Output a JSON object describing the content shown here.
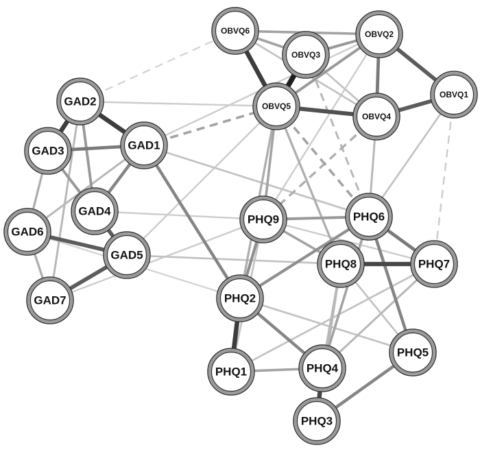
{
  "nodes": [
    {
      "id": "OBVQ6",
      "label": "OBVQ6"
    },
    {
      "id": "OBVQ3",
      "label": "OBVQ3"
    },
    {
      "id": "OBVQ2",
      "label": "OBVQ2"
    },
    {
      "id": "OBVQ5",
      "label": "OBVQ5"
    },
    {
      "id": "OBVQ4",
      "label": "OBVQ4"
    },
    {
      "id": "OBVQ1",
      "label": "OBVQ1"
    },
    {
      "id": "GAD2",
      "label": "GAD2"
    },
    {
      "id": "GAD3",
      "label": "GAD3"
    },
    {
      "id": "GAD1",
      "label": "GAD1"
    },
    {
      "id": "GAD4",
      "label": "GAD4"
    },
    {
      "id": "GAD6",
      "label": "GAD6"
    },
    {
      "id": "GAD5",
      "label": "GAD5"
    },
    {
      "id": "GAD7",
      "label": "GAD7"
    },
    {
      "id": "PHQ9",
      "label": "PHQ9"
    },
    {
      "id": "PHQ6",
      "label": "PHQ6"
    },
    {
      "id": "PHQ8",
      "label": "PHQ8"
    },
    {
      "id": "PHQ7",
      "label": "PHQ7"
    },
    {
      "id": "PHQ2",
      "label": "PHQ2"
    },
    {
      "id": "PHQ1",
      "label": "PHQ1"
    },
    {
      "id": "PHQ4",
      "label": "PHQ4"
    },
    {
      "id": "PHQ5",
      "label": "PHQ5"
    },
    {
      "id": "PHQ3",
      "label": "PHQ3"
    }
  ],
  "edges": [
    [
      "OBVQ3",
      "OBVQ5",
      1.0,
      false
    ],
    [
      "OBVQ6",
      "OBVQ5",
      0.85,
      false
    ],
    [
      "GAD2",
      "GAD3",
      0.85,
      false
    ],
    [
      "GAD2",
      "GAD1",
      0.85,
      false
    ],
    [
      "PHQ2",
      "PHQ1",
      0.85,
      false
    ],
    [
      "PHQ4",
      "PHQ3",
      0.8,
      false
    ],
    [
      "PHQ8",
      "PHQ7",
      0.8,
      false
    ],
    [
      "OBVQ5",
      "OBVQ4",
      0.75,
      false
    ],
    [
      "OBVQ2",
      "OBVQ1",
      0.7,
      false
    ],
    [
      "OBVQ4",
      "OBVQ1",
      0.7,
      false
    ],
    [
      "GAD6",
      "GAD5",
      0.7,
      false
    ],
    [
      "GAD5",
      "GAD7",
      0.7,
      false
    ],
    [
      "GAD4",
      "GAD5",
      0.7,
      false
    ],
    [
      "GAD3",
      "GAD1",
      0.55,
      false
    ],
    [
      "GAD1",
      "PHQ2",
      0.5,
      false
    ],
    [
      "OBVQ2",
      "OBVQ4",
      0.55,
      false
    ],
    [
      "GAD4",
      "GAD1",
      0.5,
      false
    ],
    [
      "PHQ6",
      "PHQ7",
      0.55,
      false
    ],
    [
      "PHQ6",
      "PHQ5",
      0.5,
      false
    ],
    [
      "PHQ6",
      "PHQ2",
      0.45,
      false
    ],
    [
      "PHQ9",
      "PHQ2",
      0.45,
      false
    ],
    [
      "PHQ9",
      "PHQ6",
      0.4,
      false
    ],
    [
      "PHQ2",
      "PHQ4",
      0.5,
      false
    ],
    [
      "PHQ5",
      "PHQ3",
      0.5,
      false
    ],
    [
      "PHQ1",
      "PHQ4",
      0.35,
      false
    ],
    [
      "OBVQ6",
      "OBVQ2",
      0.35,
      false
    ],
    [
      "OBVQ3",
      "OBVQ2",
      0.4,
      false
    ],
    [
      "OBVQ6",
      "OBVQ3",
      0.35,
      false
    ],
    [
      "OBVQ5",
      "OBVQ2",
      0.4,
      false
    ],
    [
      "OBVQ5",
      "PHQ9",
      0.35,
      false
    ],
    [
      "OBVQ5",
      "PHQ8",
      0.3,
      false
    ],
    [
      "PHQ9",
      "PHQ8",
      0.35,
      false
    ],
    [
      "PHQ6",
      "PHQ4",
      0.35,
      false
    ],
    [
      "GAD2",
      "GAD4",
      0.4,
      false
    ],
    [
      "GAD3",
      "GAD4",
      0.4,
      false
    ],
    [
      "GAD3",
      "GAD6",
      0.3,
      false
    ],
    [
      "GAD6",
      "GAD7",
      0.3,
      false
    ],
    [
      "GAD2",
      "GAD7",
      0.25,
      false
    ],
    [
      "GAD3",
      "GAD5",
      0.25,
      false
    ],
    [
      "GAD6",
      "GAD1",
      0.25,
      false
    ],
    [
      "GAD5",
      "PHQ8",
      0.2,
      false
    ],
    [
      "GAD1",
      "PHQ6",
      0.2,
      false
    ],
    [
      "GAD1",
      "OBVQ5",
      0.35,
      true
    ],
    [
      "OBVQ5",
      "PHQ6",
      0.35,
      true
    ],
    [
      "OBVQ4",
      "PHQ9",
      0.3,
      true
    ],
    [
      "OBVQ3",
      "PHQ6",
      0.25,
      true
    ],
    [
      "OBVQ1",
      "PHQ7",
      0.15,
      true
    ],
    [
      "GAD2",
      "OBVQ6",
      0.12,
      true
    ],
    [
      "OBVQ4",
      "PHQ6",
      0.25,
      false
    ],
    [
      "OBVQ1",
      "PHQ6",
      0.2,
      false
    ],
    [
      "OBVQ5",
      "PHQ2",
      0.3,
      false
    ],
    [
      "PHQ8",
      "PHQ3",
      0.25,
      false
    ],
    [
      "PHQ7",
      "PHQ4",
      0.25,
      false
    ],
    [
      "PHQ7",
      "PHQ1",
      0.2,
      false
    ],
    [
      "PHQ2",
      "PHQ5",
      0.2,
      false
    ],
    [
      "PHQ9",
      "PHQ1",
      0.2,
      false
    ],
    [
      "GAD4",
      "PHQ9",
      0.15,
      false
    ],
    [
      "GAD7",
      "PHQ9",
      0.15,
      false
    ],
    [
      "GAD5",
      "OBVQ5",
      0.15,
      false
    ],
    [
      "GAD1",
      "OBVQ2",
      0.15,
      false
    ],
    [
      "GAD2",
      "OBVQ5",
      0.15,
      false
    ],
    [
      "GAD6",
      "PHQ2",
      0.12,
      false
    ],
    [
      "PHQ8",
      "PHQ4",
      0.25,
      false
    ],
    [
      "PHQ8",
      "PHQ5",
      0.2,
      false
    ],
    [
      "PHQ9",
      "PHQ7",
      0.15,
      false
    ],
    [
      "OBVQ3",
      "OBVQ4",
      0.2,
      false
    ],
    [
      "OBVQ6",
      "OBVQ4",
      0.2,
      false
    ],
    [
      "OBVQ2",
      "PHQ9",
      0.15,
      false
    ]
  ],
  "colors": {
    "edge_dark": "#222222",
    "edge_light": "#e6e6e6",
    "node_ring": "#9a9a9a",
    "node_fill": "#ffffff"
  }
}
